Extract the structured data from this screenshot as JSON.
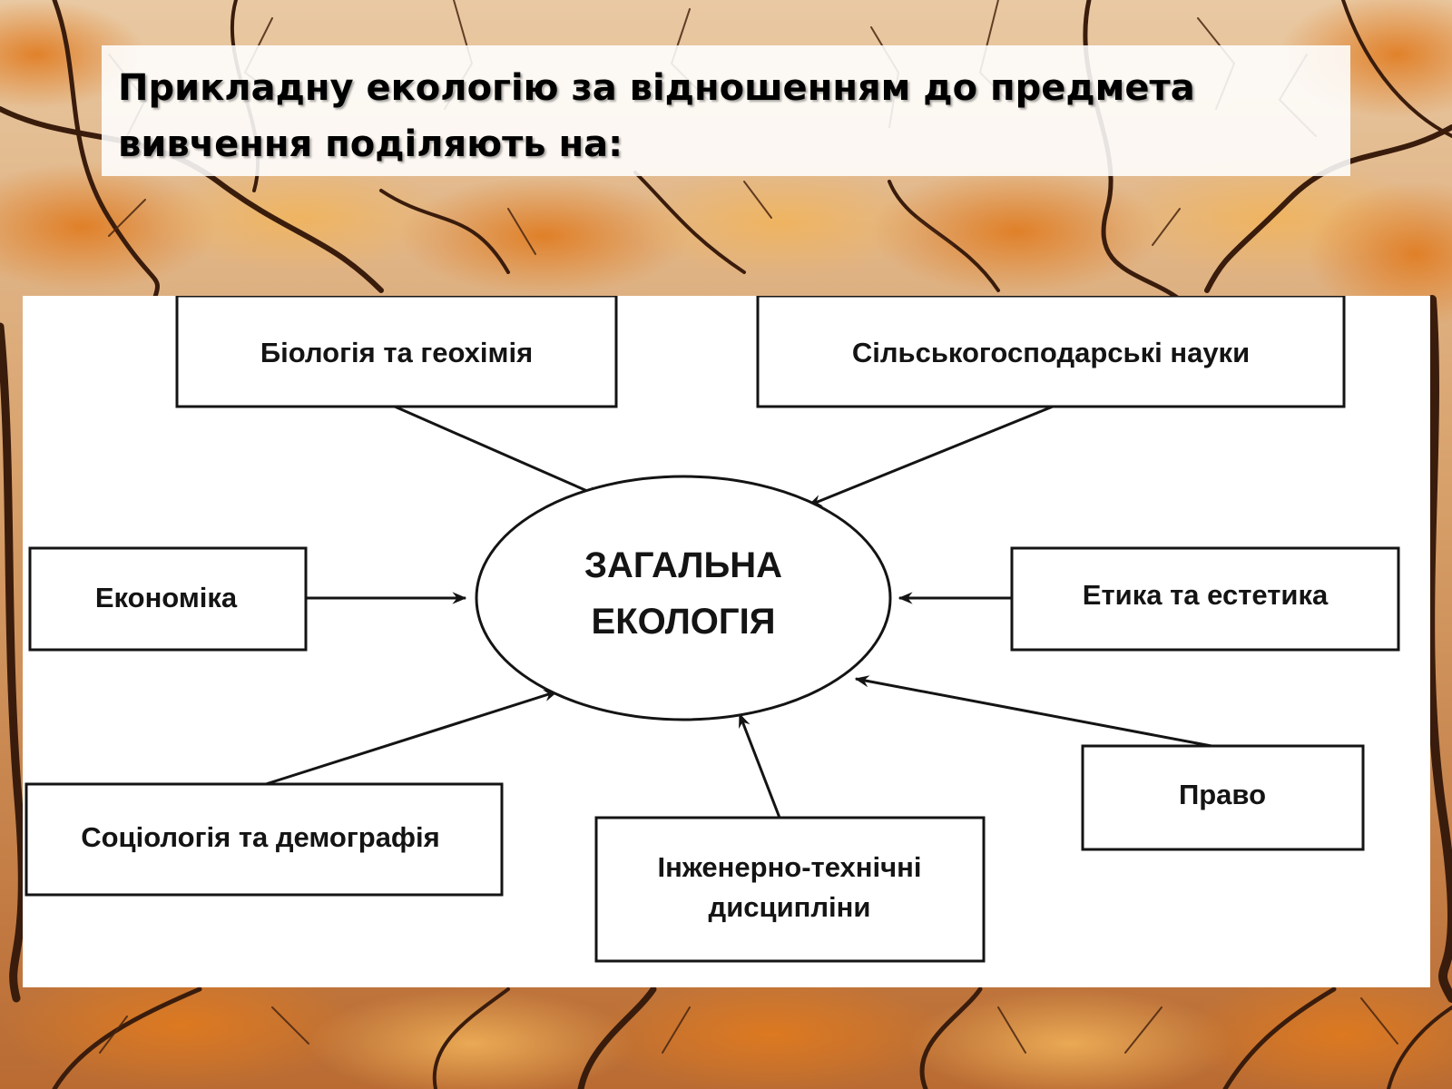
{
  "slide": {
    "title_lines": [
      "Прикладну екологію за відношенням до предмета",
      "вивчення поділяють на:"
    ]
  },
  "diagram": {
    "center": {
      "lines": [
        "ЗАГАЛЬНА",
        "ЕКОЛОГІЯ"
      ]
    },
    "nodes": [
      {
        "id": "biology",
        "lines": [
          "Біологія та геохімія"
        ]
      },
      {
        "id": "agri",
        "lines": [
          "Сільськогосподарські науки"
        ]
      },
      {
        "id": "economics",
        "lines": [
          "Економіка"
        ]
      },
      {
        "id": "ethics",
        "lines": [
          "Етика та естетика"
        ]
      },
      {
        "id": "sociology",
        "lines": [
          "Соціологія та демографія"
        ]
      },
      {
        "id": "engineering",
        "lines": [
          "Інженерно-технічні",
          "дисципліни"
        ]
      },
      {
        "id": "law",
        "lines": [
          "Право"
        ]
      }
    ]
  },
  "colors": {
    "line": "#141414",
    "panel": "#ffffff",
    "background_warm": "#c98a4b",
    "background_dark": "#3a1c0c"
  }
}
